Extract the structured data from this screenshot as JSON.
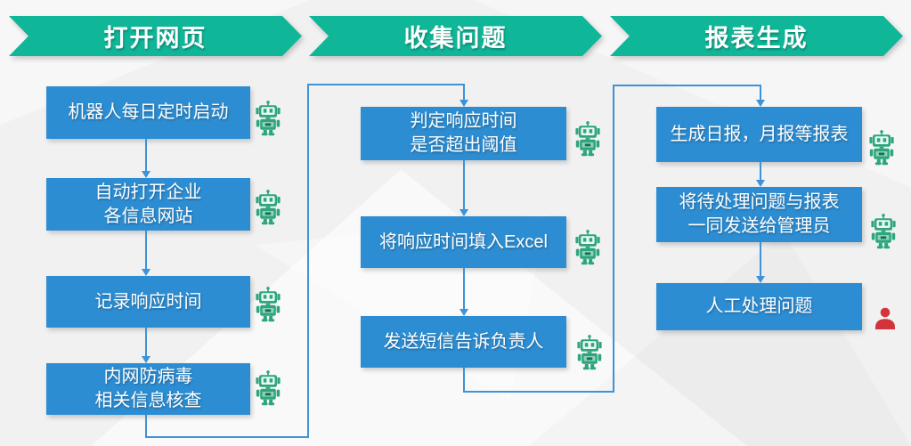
{
  "columns": [
    {
      "banner": "打开网页",
      "steps": [
        {
          "lines": [
            "机器人每日定时启动"
          ],
          "icon": "robot"
        },
        {
          "lines": [
            "自动打开企业",
            "各信息网站"
          ],
          "icon": "robot"
        },
        {
          "lines": [
            "记录响应时间"
          ],
          "icon": "robot"
        },
        {
          "lines": [
            "内网防病毒",
            "相关信息核查"
          ],
          "icon": "robot"
        }
      ]
    },
    {
      "banner": "收集问题",
      "steps": [
        {
          "lines": [
            "判定响应时间",
            "是否超出阈值"
          ],
          "icon": "robot"
        },
        {
          "lines": [
            "将响应时间填入Excel"
          ],
          "icon": "robot"
        },
        {
          "lines": [
            "发送短信告诉负责人"
          ],
          "icon": "robot"
        }
      ]
    },
    {
      "banner": "报表生成",
      "steps": [
        {
          "lines": [
            "生成日报，月报等报表"
          ],
          "icon": "robot"
        },
        {
          "lines": [
            "将待处理问题与报表",
            "一同发送给管理员"
          ],
          "icon": "robot"
        },
        {
          "lines": [
            "人工处理问题"
          ],
          "icon": "person"
        }
      ]
    }
  ],
  "colors": {
    "banner_green": "#10b698",
    "box_blue": "#2d8dd2",
    "connector_blue": "#3d92d8",
    "robot_green": "#2ea57c",
    "person_red": "#d3343c",
    "background": "#f1f1f2",
    "text": "#ffffff"
  }
}
